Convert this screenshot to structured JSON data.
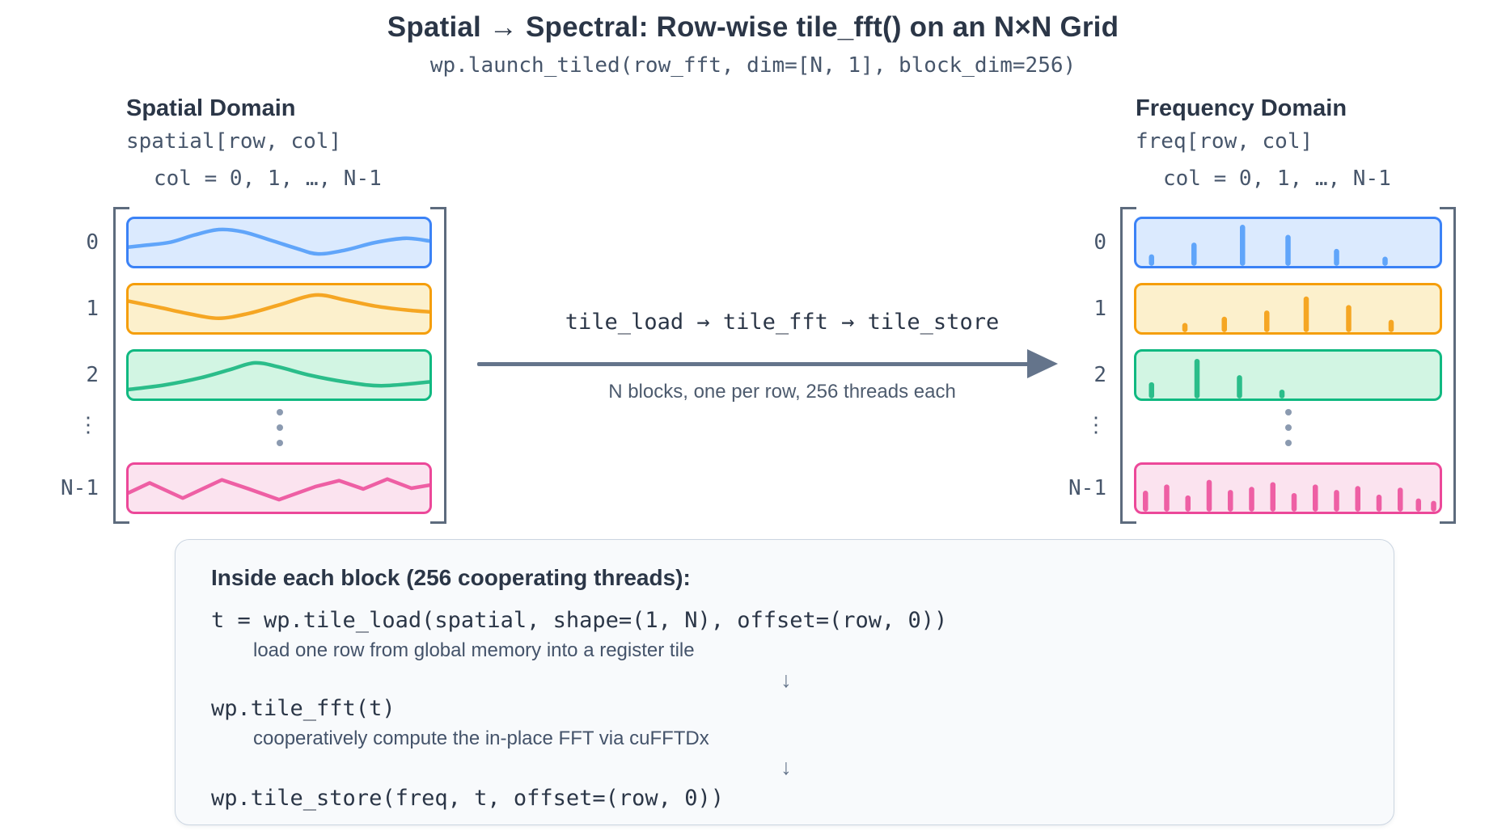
{
  "header": {
    "title": "Spatial → Spectral: Row-wise tile_fft() on an N×N Grid",
    "subtitle": "wp.launch_tiled(row_fft, dim=[N, 1], block_dim=256)"
  },
  "spatial_panel": {
    "heading": "Spatial Domain",
    "array_label": "spatial[row, col]",
    "col_label": "col = 0, 1, …, N-1",
    "row_labels": [
      "0",
      "1",
      "2",
      "⋮",
      "N-1"
    ],
    "rows": [
      {
        "name": "row-0",
        "border": "#3b82f6",
        "fill": "#dbeafe",
        "stroke": "#60a5fa",
        "smooth": true,
        "wave": [
          [
            0,
            62
          ],
          [
            6,
            57
          ],
          [
            14,
            49
          ],
          [
            22,
            30
          ],
          [
            30,
            16
          ],
          [
            38,
            22
          ],
          [
            48,
            46
          ],
          [
            56,
            66
          ],
          [
            63,
            80
          ],
          [
            72,
            70
          ],
          [
            82,
            50
          ],
          [
            92,
            39
          ],
          [
            100,
            46
          ]
        ]
      },
      {
        "name": "row-1",
        "border": "#f59e0b",
        "fill": "#fcf0cc",
        "stroke": "#f5a623",
        "smooth": true,
        "wave": [
          [
            0,
            30
          ],
          [
            10,
            46
          ],
          [
            20,
            63
          ],
          [
            30,
            75
          ],
          [
            40,
            62
          ],
          [
            50,
            40
          ],
          [
            62,
            14
          ],
          [
            72,
            27
          ],
          [
            82,
            43
          ],
          [
            92,
            53
          ],
          [
            100,
            58
          ]
        ]
      },
      {
        "name": "row-2",
        "border": "#10b981",
        "fill": "#d2f5e3",
        "stroke": "#2bbd8a",
        "smooth": true,
        "wave": [
          [
            0,
            88
          ],
          [
            12,
            76
          ],
          [
            24,
            57
          ],
          [
            34,
            35
          ],
          [
            42,
            18
          ],
          [
            50,
            29
          ],
          [
            60,
            50
          ],
          [
            72,
            68
          ],
          [
            84,
            78
          ],
          [
            100,
            68
          ]
        ]
      },
      {
        "name": "row-N-1",
        "border": "#ec4899",
        "fill": "#fbe3ef",
        "stroke": "#ee5fa4",
        "smooth": false,
        "wave": [
          [
            0,
            62
          ],
          [
            7,
            36
          ],
          [
            18,
            76
          ],
          [
            31,
            28
          ],
          [
            40,
            52
          ],
          [
            50,
            80
          ],
          [
            62,
            46
          ],
          [
            70,
            30
          ],
          [
            78,
            52
          ],
          [
            86,
            26
          ],
          [
            94,
            50
          ],
          [
            100,
            42
          ]
        ]
      }
    ]
  },
  "flow": {
    "pipeline": "tile_load → tile_fft → tile_store",
    "note": "N blocks, one per row, 256 threads each"
  },
  "frequency_panel": {
    "heading": "Frequency Domain",
    "array_label": "freq[row, col]",
    "col_label": "col = 0, 1, …, N-1",
    "row_labels": [
      "0",
      "1",
      "2",
      "⋮",
      "N-1"
    ],
    "rows": [
      {
        "name": "row-0",
        "border": "#3b82f6",
        "fill": "#dbeafe",
        "stroke": "#60a5fa",
        "bars": [
          [
            5,
            16
          ],
          [
            19,
            46
          ],
          [
            35,
            92
          ],
          [
            50,
            66
          ],
          [
            66,
            30
          ],
          [
            82,
            10
          ]
        ]
      },
      {
        "name": "row-1",
        "border": "#f59e0b",
        "fill": "#fcf0cc",
        "stroke": "#f5a623",
        "bars": [
          [
            16,
            10
          ],
          [
            29,
            26
          ],
          [
            43,
            42
          ],
          [
            56,
            78
          ],
          [
            70,
            56
          ],
          [
            84,
            18
          ]
        ]
      },
      {
        "name": "row-2",
        "border": "#10b981",
        "fill": "#d2f5e3",
        "stroke": "#2bbd8a",
        "bars": [
          [
            5,
            28
          ],
          [
            20,
            88
          ],
          [
            34,
            46
          ],
          [
            48,
            9
          ]
        ]
      },
      {
        "name": "row-N-1",
        "border": "#ec4899",
        "fill": "#fbe3ef",
        "stroke": "#ee5fa4",
        "bars": [
          [
            3,
            40
          ],
          [
            10,
            56
          ],
          [
            17,
            28
          ],
          [
            24,
            68
          ],
          [
            31,
            42
          ],
          [
            38,
            50
          ],
          [
            45,
            62
          ],
          [
            52,
            34
          ],
          [
            59,
            56
          ],
          [
            66,
            42
          ],
          [
            73,
            52
          ],
          [
            80,
            30
          ],
          [
            87,
            48
          ],
          [
            93,
            20
          ],
          [
            98,
            14
          ]
        ]
      }
    ]
  },
  "block_detail": {
    "heading": "Inside each block (256 cooperating threads):",
    "arrow_glyph": "↓",
    "steps": [
      {
        "code": "t = wp.tile_load(spatial, shape=(1, N), offset=(row, 0))",
        "note": "load one row from global memory into a register tile"
      },
      {
        "code": "wp.tile_fft(t)",
        "note": "cooperatively compute the in-place FFT via cuFFTDx"
      },
      {
        "code": "wp.tile_store(freq, t, offset=(row, 0))",
        "note": ""
      }
    ]
  },
  "colors": {
    "text_dark": "#2b3647",
    "text_gray": "#47566b",
    "bracket": "#5d6b7d",
    "arrow": "#64748b",
    "dots": "#8b9ab0",
    "box_bg": "#f8fafc",
    "box_border": "#cbd5e1"
  }
}
